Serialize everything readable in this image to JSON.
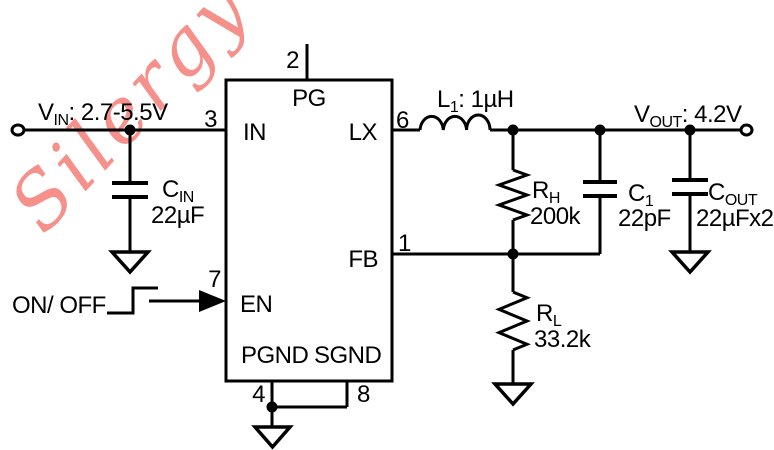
{
  "watermark": {
    "text": "Silergy",
    "color": "#f6908a"
  },
  "colors": {
    "line": "#000000",
    "background": "#ffffff"
  },
  "input_rail": {
    "label": "V",
    "label_sub": "IN",
    "label_value": ": 2.7-5.5V"
  },
  "output_rail": {
    "label": "V",
    "label_sub": "OUT",
    "label_value": ": 4.2V"
  },
  "control": {
    "on_off_label": "ON/ OFF"
  },
  "ic": {
    "pins": {
      "pg": {
        "number": "2",
        "name": "PG"
      },
      "in": {
        "number": "3",
        "name": "IN"
      },
      "lx": {
        "number": "6",
        "name": "LX"
      },
      "fb": {
        "number": "1",
        "name": "FB"
      },
      "en": {
        "number": "7",
        "name": "EN"
      },
      "pgnd": {
        "number": "4",
        "name": "PGND"
      },
      "sgnd": {
        "number": "8",
        "name": "SGND"
      }
    }
  },
  "components": {
    "cin": {
      "ref": "C",
      "ref_sub": "IN",
      "value": "22µF"
    },
    "l1": {
      "ref": "L",
      "ref_sub": "1",
      "value": ": 1µH"
    },
    "rh": {
      "ref": "R",
      "ref_sub": "H",
      "value": "200k"
    },
    "rl": {
      "ref": "R",
      "ref_sub": "L",
      "value": "33.2k"
    },
    "c1": {
      "ref": "C",
      "ref_sub": "1",
      "value": "22pF"
    },
    "cout": {
      "ref": "C",
      "ref_sub": "OUT",
      "value": "22µFx2"
    }
  }
}
